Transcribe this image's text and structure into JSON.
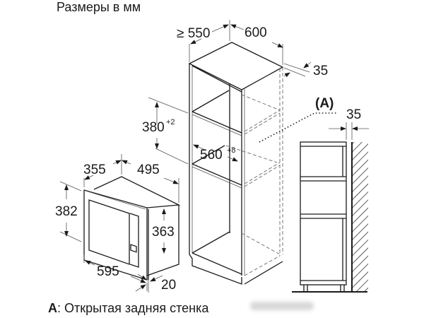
{
  "title": "Размеры в мм",
  "footnote": {
    "key": "A",
    "text": ": Открытая задняя стенка"
  },
  "cabinet": {
    "depth_label": "≥ 550",
    "width_label": "600",
    "back_gap_label": "35",
    "niche_height_label": "380",
    "niche_height_tolerance": "+2",
    "niche_width_label": "560",
    "niche_width_tolerance": "+8",
    "open_back_marker": "(A)"
  },
  "microwave": {
    "depth_label": "355",
    "width_label": "495",
    "front_height_label": "382",
    "body_height_label": "363",
    "front_width_label": "595",
    "frame_depth_label": "20"
  },
  "side_view": {
    "wall_gap_label": "35"
  }
}
